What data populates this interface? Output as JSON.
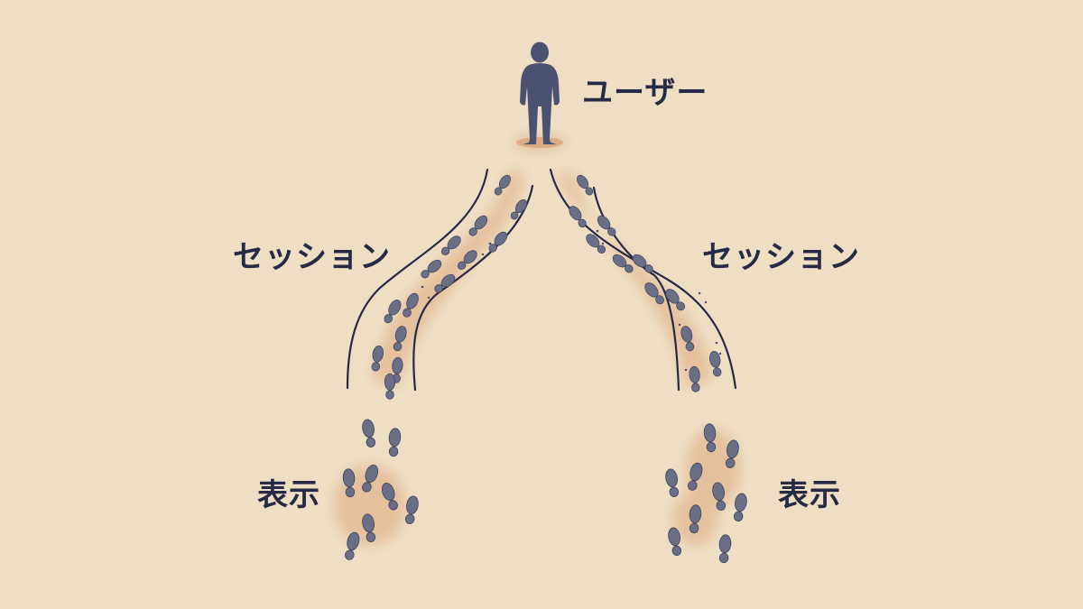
{
  "labels": {
    "user": "ユーザー",
    "session_left": "セッション",
    "session_right": "セッション",
    "display_left": "表示",
    "display_right": "表示"
  },
  "colors": {
    "background": "#eedfc4",
    "figure": "#4b5170",
    "ink": "#272a44",
    "footprint": "#6b6f86",
    "wash": "#dea77e"
  },
  "icons": {
    "figure": "person-icon",
    "footprints": "footprint-icon"
  }
}
